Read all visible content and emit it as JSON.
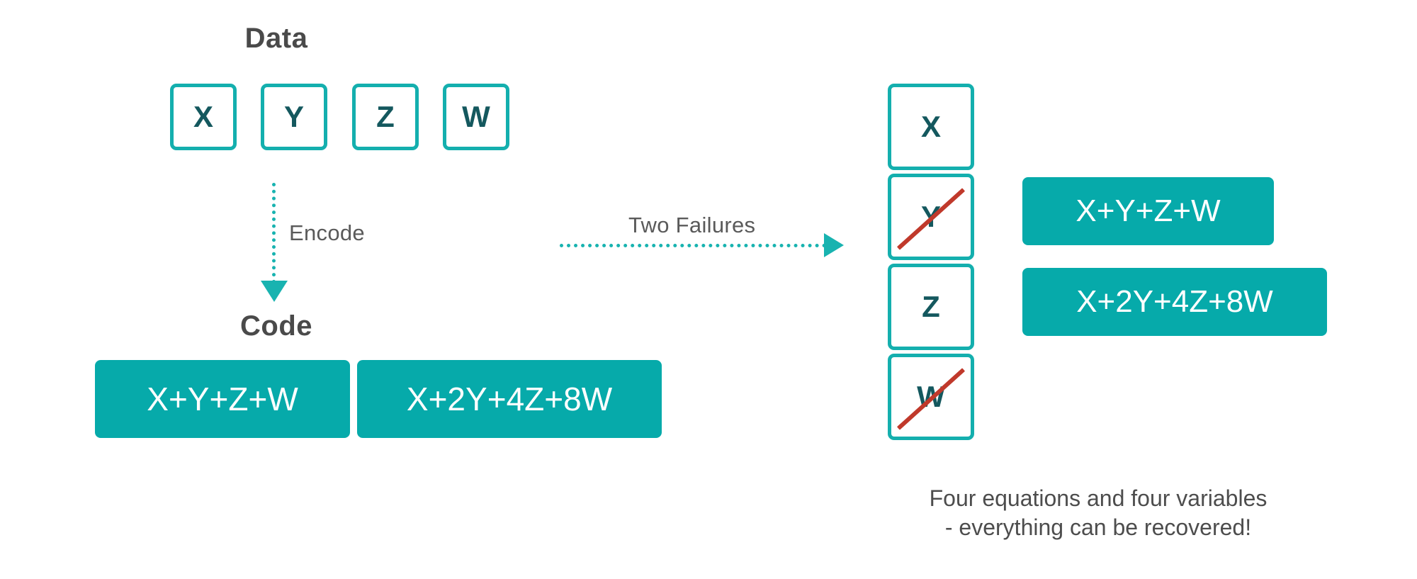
{
  "theme": {
    "background": "#ffffff",
    "teal_fill": "#06AAAA",
    "teal_border": "#14AFAE",
    "dark_teal_text": "#14585E",
    "strike_red": "#C0392B",
    "title_gray": "#4a4a4a",
    "label_gray": "#5a5a5a"
  },
  "left": {
    "data_title": "Data",
    "code_title": "Code",
    "data_cells": [
      "X",
      "Y",
      "Z",
      "W"
    ],
    "code_boxes": [
      "X+Y+Z+W",
      "X+2Y+4Z+8W"
    ]
  },
  "arrows": {
    "encode_label": "Encode",
    "two_failures_label": "Two Failures"
  },
  "right": {
    "stack_cells": [
      {
        "label": "X",
        "failed": false
      },
      {
        "label": "Y",
        "failed": true
      },
      {
        "label": "Z",
        "failed": false
      },
      {
        "label": "W",
        "failed": true
      }
    ],
    "equation_boxes": [
      "X+Y+Z+W",
      "X+2Y+4Z+8W"
    ],
    "caption": "Four equations and four variables\n- everything can be recovered!"
  }
}
